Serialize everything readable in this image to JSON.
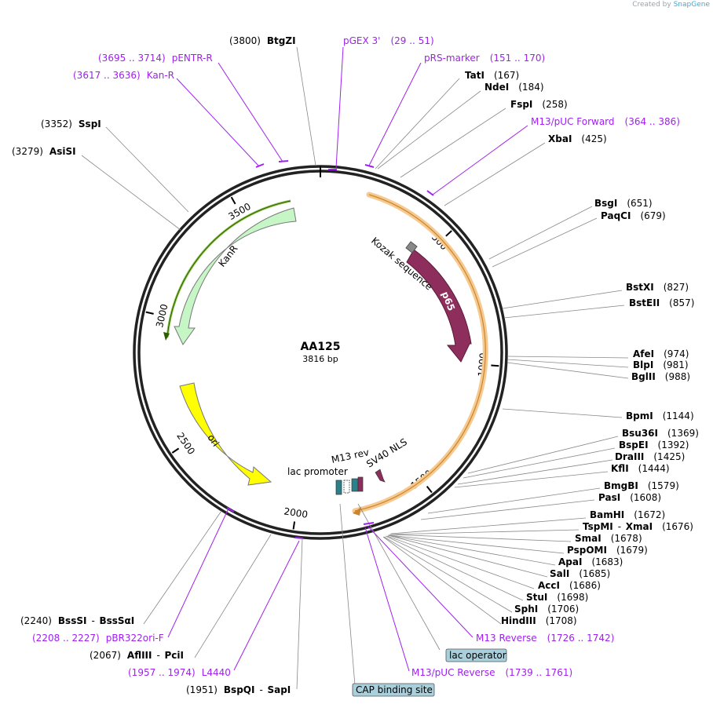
{
  "credit": {
    "prefix": "Created by",
    "brand": "SnapGene"
  },
  "plasmid": {
    "name": "AA125",
    "size": "3816 bp",
    "length": 3816
  },
  "ticks": [
    {
      "label": "500",
      "pos": 500
    },
    {
      "label": "1000",
      "pos": 1000
    },
    {
      "label": "1500",
      "pos": 1500
    },
    {
      "label": "2000",
      "pos": 2000
    },
    {
      "label": "2500",
      "pos": 2500
    },
    {
      "label": "3000",
      "pos": 3000
    },
    {
      "label": "3500",
      "pos": 3500
    }
  ],
  "features": [
    {
      "name": "p65",
      "start": 320,
      "end": 1110,
      "color": "#8e2e5c",
      "direction": "cw",
      "label": "p65"
    },
    {
      "name": "KanR",
      "start": 3580,
      "end": 2900,
      "color": "#c6f5c6",
      "stroke": "#666666",
      "direction": "ccw",
      "label": "KanR"
    },
    {
      "name": "ori",
      "start": 2540,
      "end": 2130,
      "color": "#ffff00",
      "stroke": "#666666",
      "direction": "ccw",
      "label": "ori"
    },
    {
      "name": "SV40 NLS",
      "label": "SV40 NLS"
    },
    {
      "name": "Kozak sequence",
      "label": "Kozak sequence"
    },
    {
      "name": "lac promoter",
      "label": "lac promoter"
    },
    {
      "name": "M13 rev",
      "label": "M13 rev"
    }
  ],
  "enzymes": [
    {
      "name": "BtgZI",
      "pos": "(3800)"
    },
    {
      "name": "TatI",
      "pos": "(167)"
    },
    {
      "name": "NdeI",
      "pos": "(184)"
    },
    {
      "name": "FspI",
      "pos": "(258)"
    },
    {
      "name": "XbaI",
      "pos": "(425)"
    },
    {
      "name": "BsgI",
      "pos": "(651)"
    },
    {
      "name": "PaqCI",
      "pos": "(679)"
    },
    {
      "name": "BstXI",
      "pos": "(827)"
    },
    {
      "name": "BstEII",
      "pos": "(857)"
    },
    {
      "name": "AfeI",
      "pos": "(974)"
    },
    {
      "name": "BlpI",
      "pos": "(981)"
    },
    {
      "name": "BglII",
      "pos": "(988)"
    },
    {
      "name": "BpmI",
      "pos": "(1144)"
    },
    {
      "name": "Bsu36I",
      "pos": "(1369)"
    },
    {
      "name": "BspEI",
      "pos": "(1392)"
    },
    {
      "name": "DraIII",
      "pos": "(1425)"
    },
    {
      "name": "KflI",
      "pos": "(1444)"
    },
    {
      "name": "BmgBI",
      "pos": "(1579)"
    },
    {
      "name": "PasI",
      "pos": "(1608)"
    },
    {
      "name": "BamHI",
      "pos": "(1672)"
    },
    {
      "name": "TspMI",
      "name2": "XmaI",
      "pos": "(1676)"
    },
    {
      "name": "SmaI",
      "pos": "(1678)"
    },
    {
      "name": "PspOMI",
      "pos": "(1679)"
    },
    {
      "name": "ApaI",
      "pos": "(1683)"
    },
    {
      "name": "SalI",
      "pos": "(1685)"
    },
    {
      "name": "AccI",
      "pos": "(1686)"
    },
    {
      "name": "StuI",
      "pos": "(1698)"
    },
    {
      "name": "SphI",
      "pos": "(1706)"
    },
    {
      "name": "HindIII",
      "pos": "(1708)"
    },
    {
      "name": "SspI",
      "pos": "(3352)"
    },
    {
      "name": "AsiSI",
      "pos": "(3279)"
    },
    {
      "name": "BssSI",
      "name2": "BssSαI",
      "pos": "(2240)"
    },
    {
      "name": "AflIII",
      "name2": "PciI",
      "pos": "(2067)"
    },
    {
      "name": "BspQI",
      "name2": "SapI",
      "pos": "(1951)"
    }
  ],
  "primers": [
    {
      "name": "pGEX 3'",
      "range": "(29 .. 51)"
    },
    {
      "name": "pRS-marker",
      "range": "(151 .. 170)"
    },
    {
      "name": "M13/pUC Forward",
      "range": "(364 .. 386)"
    },
    {
      "name": "pENTR-R",
      "range": "(3695 .. 3714)"
    },
    {
      "name": "Kan-R",
      "range": "(3617 .. 3636)"
    },
    {
      "name": "M13 Reverse",
      "range": "(1726 .. 1742)"
    },
    {
      "name": "M13/pUC Reverse",
      "range": "(1739 .. 1761)"
    },
    {
      "name": "pBR322ori-F",
      "range": "(2208 .. 2227)"
    },
    {
      "name": "L4440",
      "range": "(1957 .. 1974)"
    }
  ],
  "boxes": [
    {
      "name": "lac operator",
      "color": "#a8d0dc"
    },
    {
      "name": "CAP binding site",
      "color": "#a8d0dc"
    }
  ]
}
